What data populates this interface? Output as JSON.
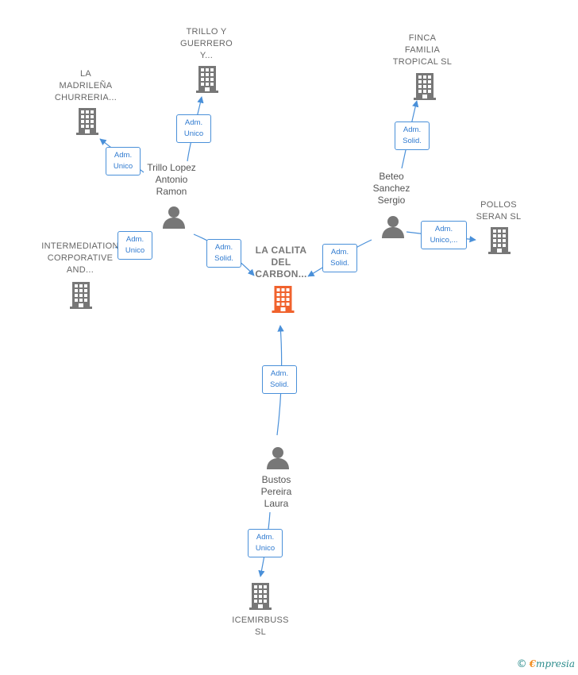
{
  "colors": {
    "edge": "#4a90d9",
    "company": "#777777",
    "main_company": "#f0622d",
    "person": "#777777"
  },
  "nodes": {
    "main": {
      "lines": [
        "LA CALITA",
        "DEL",
        "CARBON..."
      ]
    },
    "trillo_y_guerrero": {
      "lines": [
        "TRILLO Y",
        "GUERRERO",
        "Y..."
      ]
    },
    "la_madrilena": {
      "lines": [
        "LA",
        "MADRILEÑA",
        "CHURRERIA..."
      ]
    },
    "intermediation": {
      "lines": [
        "INTERMEDIATION",
        "CORPORATIVE",
        "AND..."
      ]
    },
    "finca": {
      "lines": [
        "FINCA",
        "FAMILIA",
        "TROPICAL SL"
      ]
    },
    "pollos": {
      "lines": [
        "POLLOS",
        "SERAN SL"
      ]
    },
    "icemirbuss": {
      "lines": [
        "ICEMIRBUSS",
        "SL"
      ]
    },
    "trillo_lopez": {
      "lines": [
        "Trillo Lopez",
        "Antonio",
        "Ramon"
      ]
    },
    "beteo": {
      "lines": [
        "Beteo",
        "Sanchez",
        "Sergio"
      ]
    },
    "bustos": {
      "lines": [
        "Bustos",
        "Pereira",
        "Laura"
      ]
    }
  },
  "edges": {
    "trillo_to_guerrero": {
      "lines": [
        "Adm.",
        "Unico"
      ]
    },
    "trillo_to_madrilena": {
      "lines": [
        "Adm.",
        "Unico"
      ]
    },
    "trillo_to_intermediation": {
      "lines": [
        "Adm.",
        "Unico"
      ]
    },
    "trillo_to_main": {
      "lines": [
        "Adm.",
        "Solid."
      ]
    },
    "beteo_to_finca": {
      "lines": [
        "Adm.",
        "Solid."
      ]
    },
    "beteo_to_main": {
      "lines": [
        "Adm.",
        "Solid."
      ]
    },
    "beteo_to_pollos": {
      "lines": [
        "Adm.",
        "Unico,..."
      ]
    },
    "bustos_to_main": {
      "lines": [
        "Adm.",
        "Solid."
      ]
    },
    "bustos_to_icemirbuss": {
      "lines": [
        "Adm.",
        "Unico"
      ]
    }
  },
  "watermark": {
    "copyright": "©",
    "brand_initial": "€",
    "brand_rest": "mpresia"
  }
}
